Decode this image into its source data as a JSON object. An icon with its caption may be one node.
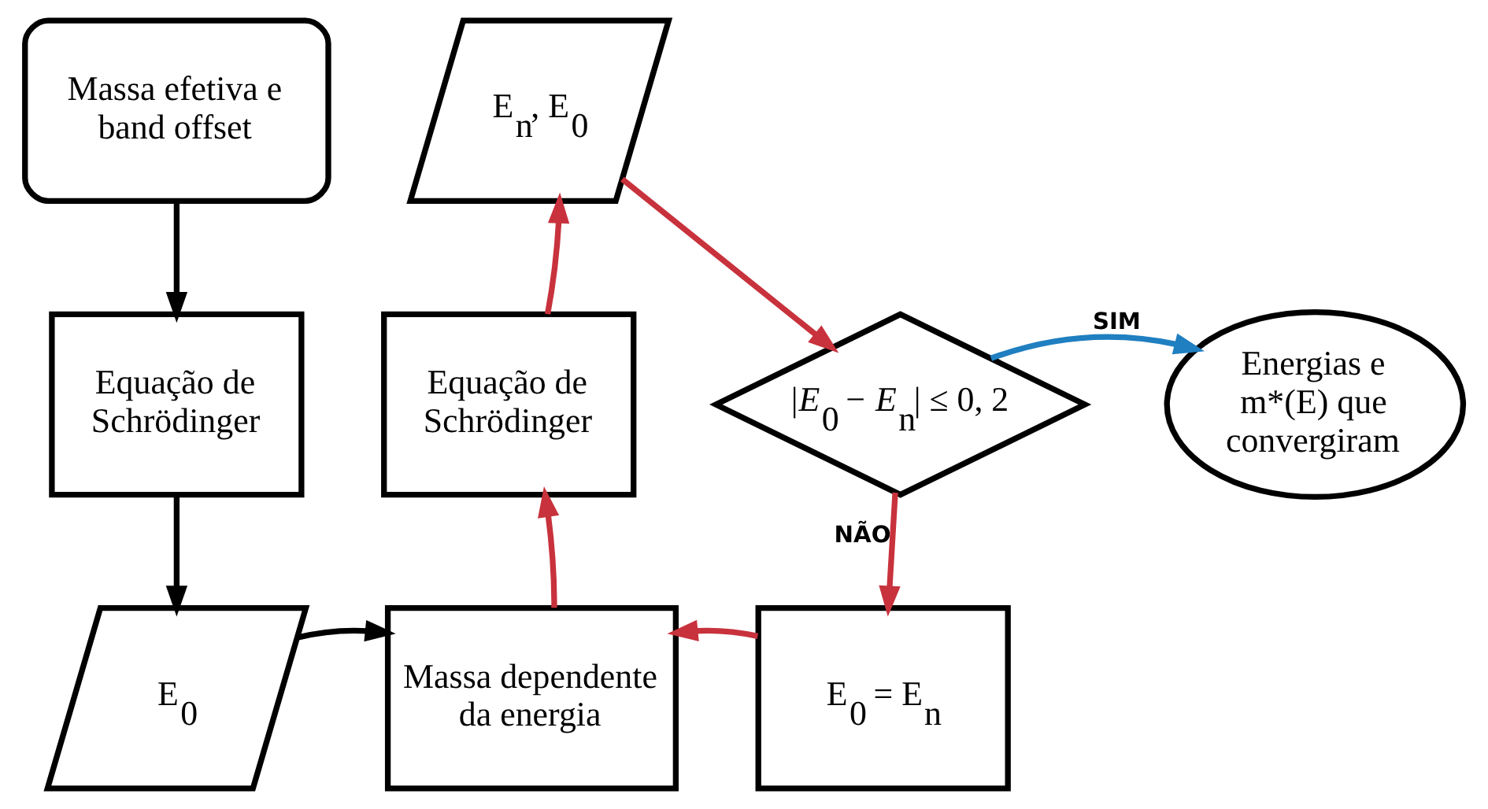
{
  "diagram": {
    "nodes": [
      {
        "text": [
          "Massa efetiva e band offset"
        ]
      },
      {
        "text": [
          "Equação de Schrödinger"
        ]
      },
      {
        "text": [
          "E$_{0}$"
        ]
      },
      {
        "text": [
          "Massa dependente da energia"
        ]
      },
      {
        "text": [
          "Equação de Schrödinger"
        ]
      },
      {
        "text": [
          "E$_{n}$, E$_{0}$"
        ]
      },
      {
        "text": [
          "|*E*$_{0}$ − *E*$_{n}$| ≤ 0, 2"
        ]
      },
      {
        "text": [
          "Energias e m*(E) que convergiram"
        ]
      },
      {
        "text": [
          "E$_{0}$ = E$_{n}$"
        ]
      }
    ],
    "edges": [
      {
        "from": 0,
        "to": 1,
        "arrow": "to",
        "color": "#000000"
      },
      {
        "from": 1,
        "to": 2,
        "arrow": "to",
        "color": "#000000"
      },
      {
        "from": 2,
        "to": 3,
        "arrow": "to",
        "color": "#000000"
      },
      {
        "from": 3,
        "to": 4,
        "arrow": "to"
      },
      {
        "from": 4,
        "to": 5,
        "arrow": "to"
      },
      {
        "from": 5,
        "to": 6,
        "arrow": "to"
      },
      {
        "from": 6,
        "to": 7,
        "arrow": "to",
        "label": "SIM",
        "color": "#1f7fc0"
      },
      {
        "from": 6,
        "to": 8,
        "arrow": "to",
        "label": "NÃO"
      },
      {
        "from": 8,
        "to": 3,
        "arrow": "to"
      }
    ]
  }
}
